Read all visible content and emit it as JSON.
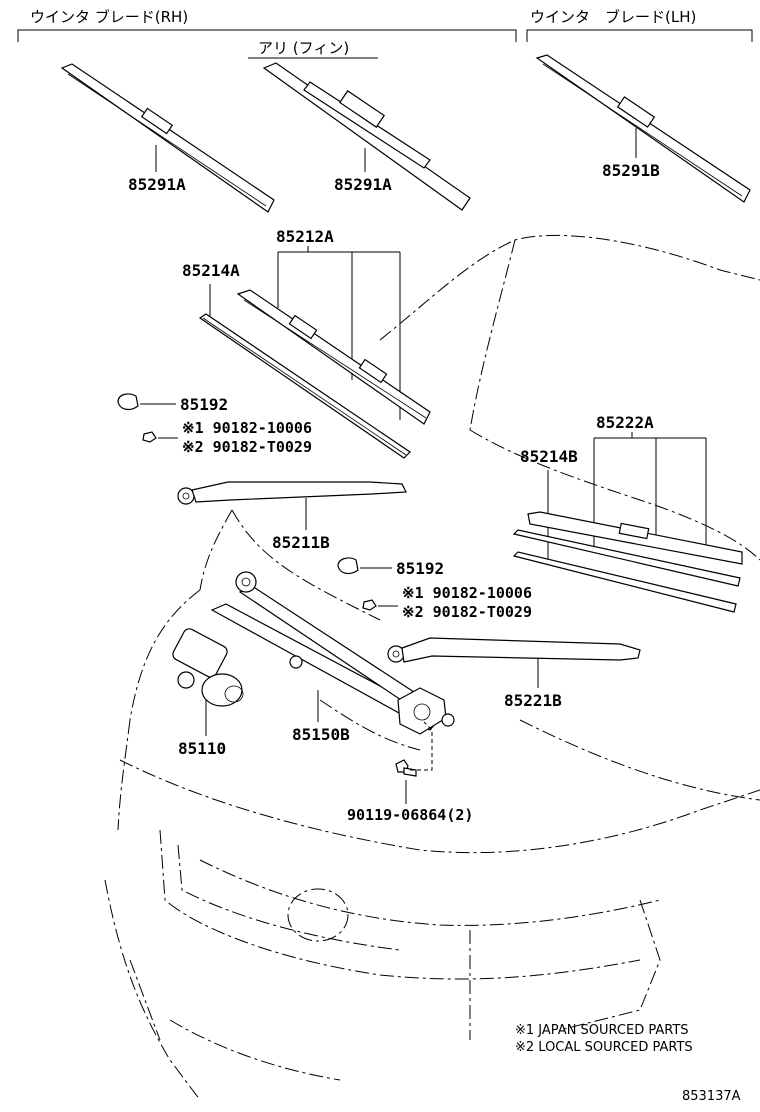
{
  "headers": {
    "rh": "ウインタ ブレード(RH)",
    "lh": "ウインタ　ブレード(LH)",
    "ari_fin": "アリ (フィン)"
  },
  "parts": {
    "p85291A_1": "85291A",
    "p85291A_2": "85291A",
    "p85291B": "85291B",
    "p85212A": "85212A",
    "p85214A": "85214A",
    "p85192_1": "85192",
    "p90182_1_jp": "※1 90182-10006",
    "p90182_1_lc": "※2 90182-T0029",
    "p85211B": "85211B",
    "p85222A": "85222A",
    "p85214B": "85214B",
    "p85192_2": "85192",
    "p90182_2_jp": "※1 90182-10006",
    "p90182_2_lc": "※2 90182-T0029",
    "p85221B": "85221B",
    "p85110": "85110",
    "p85150B": "85150B",
    "p90119": "90119-06864(2)"
  },
  "notes": {
    "japan": "※1 JAPAN SOURCED PARTS",
    "local": "※2 LOCAL SOURCED PARTS"
  },
  "figure_id": "853137A"
}
